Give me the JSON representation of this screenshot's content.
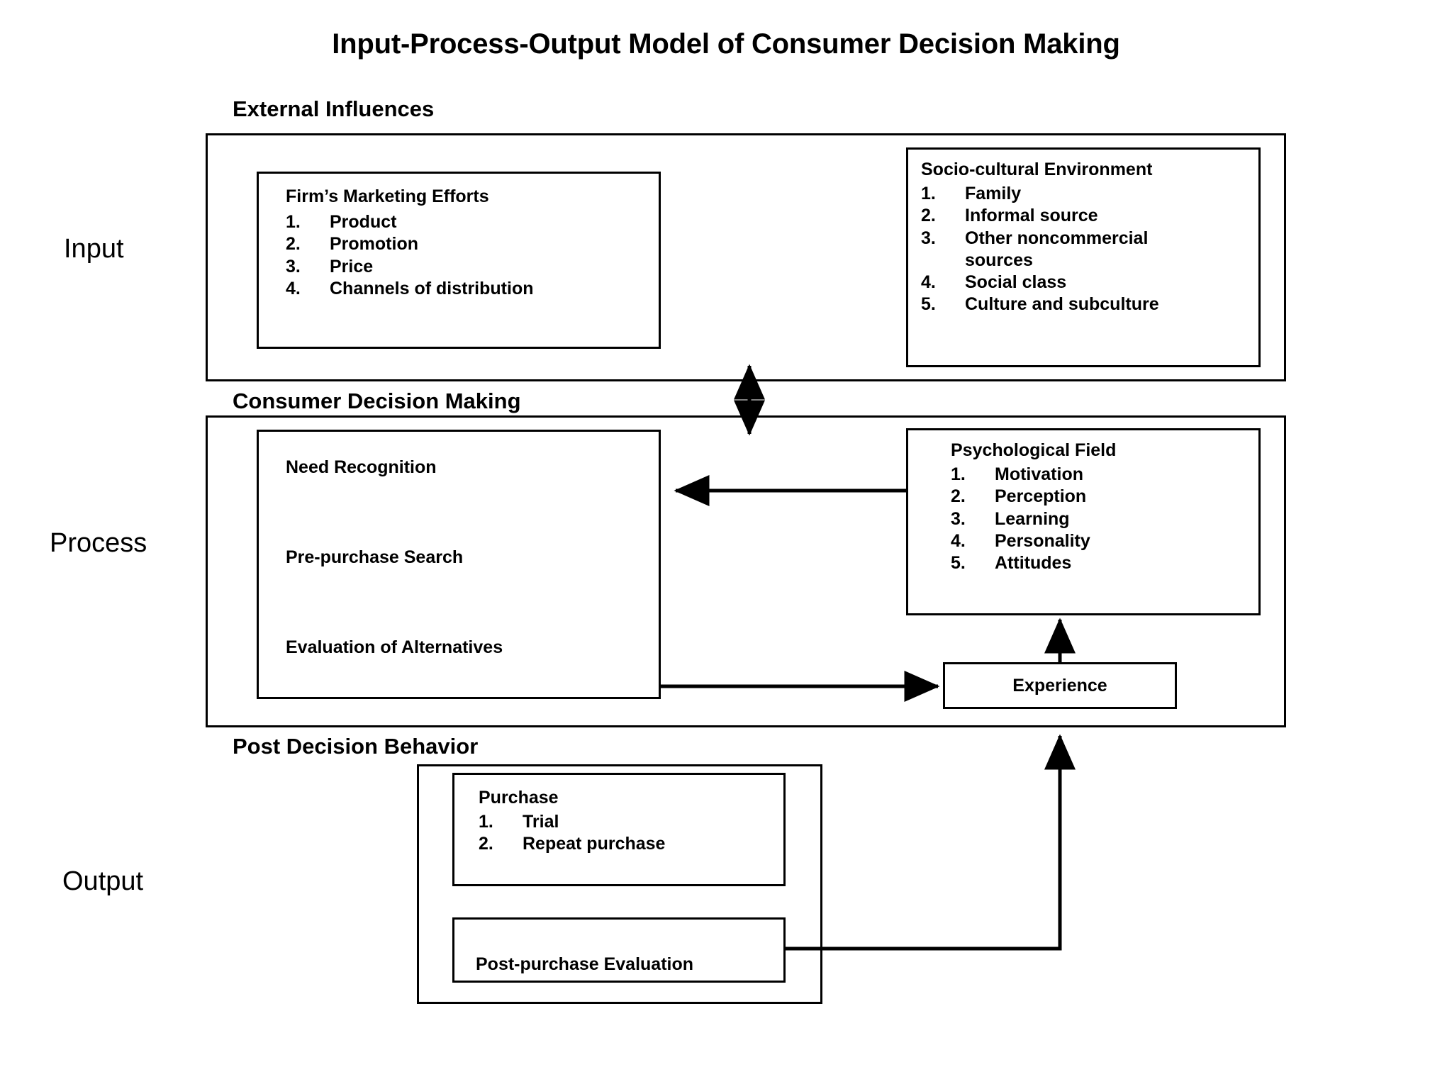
{
  "title": "Input-Process-Output Model of Consumer Decision Making",
  "stages": [
    {
      "label": "Input"
    },
    {
      "label": "Process"
    },
    {
      "label": "Output"
    }
  ],
  "sections": [
    {
      "caption": "External Influences"
    },
    {
      "caption": "Consumer Decision Making"
    },
    {
      "caption": "Post Decision Behavior"
    }
  ],
  "boxes": {
    "firms_marketing_efforts": {
      "title": "Firm’s Marketing Efforts",
      "items": [
        {
          "num": "1.",
          "text": "Product"
        },
        {
          "num": "2.",
          "text": "Promotion"
        },
        {
          "num": "3.",
          "text": "Price"
        },
        {
          "num": "4.",
          "text": "Channels of distribution"
        }
      ]
    },
    "socio_cultural_environment": {
      "title": "Socio-cultural Environment",
      "items": [
        {
          "num": "1.",
          "text": "Family"
        },
        {
          "num": "2.",
          "text": "Informal source"
        },
        {
          "num": "3.",
          "text": "Other noncommercial",
          "cont": "sources"
        },
        {
          "num": "4.",
          "text": "Social class"
        },
        {
          "num": "5.",
          "text": "Culture and subculture"
        }
      ]
    },
    "decision_stages": {
      "lines": [
        "Need Recognition",
        "Pre-purchase Search",
        "Evaluation of Alternatives"
      ]
    },
    "psychological_field": {
      "title": "Psychological Field",
      "items": [
        {
          "num": "1.",
          "text": "Motivation"
        },
        {
          "num": "2.",
          "text": "Perception"
        },
        {
          "num": "3.",
          "text": "Learning"
        },
        {
          "num": "4.",
          "text": "Personality"
        },
        {
          "num": "5.",
          "text": "Attitudes"
        }
      ]
    },
    "experience": {
      "label": "Experience"
    },
    "purchase": {
      "title": "Purchase",
      "items": [
        {
          "num": "1.",
          "text": "Trial"
        },
        {
          "num": "2.",
          "text": "Repeat purchase"
        }
      ]
    },
    "post_purchase_evaluation": {
      "label": "Post-purchase Evaluation"
    }
  },
  "colors": {
    "line": "#000000",
    "background": "#ffffff",
    "text": "#000000"
  }
}
